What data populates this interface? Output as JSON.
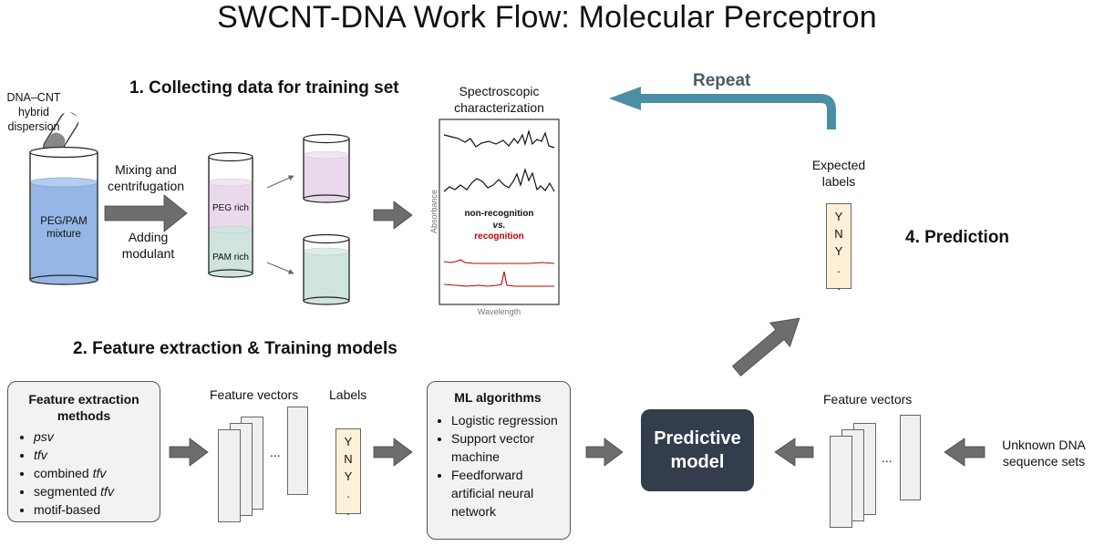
{
  "title": "SWCNT-DNA Work Flow: Molecular Perceptron",
  "steps": {
    "s1": "1. Collecting data for training set",
    "s2": "2. Feature extraction & Training models",
    "s4": "4. Prediction"
  },
  "stage1": {
    "hybrid_label": [
      "DNA–CNT",
      "hybrid",
      "dispersion"
    ],
    "beaker_label": [
      "PEG/PAM",
      "mixture"
    ],
    "mixing_label": [
      "Mixing and",
      "centrifugation"
    ],
    "adding_label": [
      "Adding",
      "modulant"
    ],
    "peg_rich": "PEG rich",
    "pam_rich": "PAM rich"
  },
  "spectro": {
    "title": [
      "Spectroscopic",
      "characterization"
    ],
    "ylabel": "Absorbance",
    "xlabel": "Wavelength",
    "nonrec": "non-recognition",
    "vs": "vs.",
    "rec": "recognition"
  },
  "repeat": "Repeat",
  "expected": [
    "Expected",
    "labels"
  ],
  "label_chars": [
    "Y",
    "N",
    "Y",
    ".",
    "."
  ],
  "feature_box": {
    "title": [
      "Feature extraction",
      "methods"
    ],
    "items": [
      {
        "text": "psv",
        "italic": "psv",
        "pre": ""
      },
      {
        "text": "tfv",
        "italic": "tfv",
        "pre": ""
      },
      {
        "text": "combined tfv",
        "pre": "combined ",
        "italic": "tfv"
      },
      {
        "text": "segmented tfv",
        "pre": "segmented ",
        "italic": "tfv"
      },
      {
        "text": "motif-based",
        "pre": "motif-based",
        "italic": ""
      }
    ]
  },
  "feature_vectors": "Feature vectors",
  "labels_title": "Labels",
  "ellipsis": "...",
  "ml_box": {
    "title": "ML algorithms",
    "items": [
      "Logistic regression",
      "Support vector machine",
      "Feedforward artificial neural network"
    ]
  },
  "predictive_model": [
    "Predictive",
    "model"
  ],
  "unknown": [
    "Unknown DNA",
    "sequence sets"
  ],
  "colors": {
    "arrow_gray": "#6d6d6d",
    "repeat_blue": "#4a8fa6",
    "model_bg": "#333d4c",
    "label_bg": "#fcf1d6",
    "recognition_red": "#c00000",
    "beaker_blue": "#95b6e6",
    "peg_pink": "#ead9ec",
    "pam_green": "#cfe3df"
  }
}
